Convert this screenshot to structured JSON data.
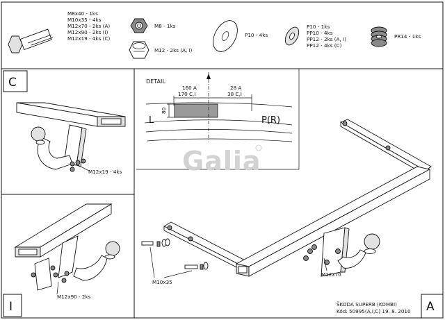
{
  "parts": {
    "bolt_lines": [
      "M8x40 - 1ks",
      "M10x35 - 4ks",
      "M12x70 - 2ks (A)",
      "M12x90 - 2ks (I)",
      "M12x19 - 4ks (C)"
    ],
    "nut_m8": "M8 - 1ks",
    "nut_m12": "M12 - 2ks (A, I)",
    "washer_large": "P10 - 4ks",
    "washer_lines": [
      "P10 - 1ks",
      "PP10 - 4ks",
      "PP12 - 2ks (A, I)",
      "PP12 - 4ks (C)"
    ],
    "spring_washer": "PR14 - 1ks"
  },
  "panels": {
    "c_label": "C",
    "i_label": "I",
    "a_label": "A",
    "c_callout": "M12x19 - 4ks",
    "i_callout": "M12x90 - 2ks",
    "a_callout_bolt": "M10x35",
    "a_callout_main": "M12x70"
  },
  "detail": {
    "title": "DETAIL",
    "left_dim_top": "160 A",
    "left_dim_bottom": "170 C,I",
    "right_dim_top": "28 A",
    "right_dim_bottom": "38 C,I",
    "height_dim": "80",
    "left_side": "L",
    "right_side": "P(R)"
  },
  "watermark": "Galia",
  "footer": {
    "model": "ŠKODA SUPERB (KOMBI)",
    "code": "Kód: 50995(A,I,C)  19. 8. 2010"
  }
}
